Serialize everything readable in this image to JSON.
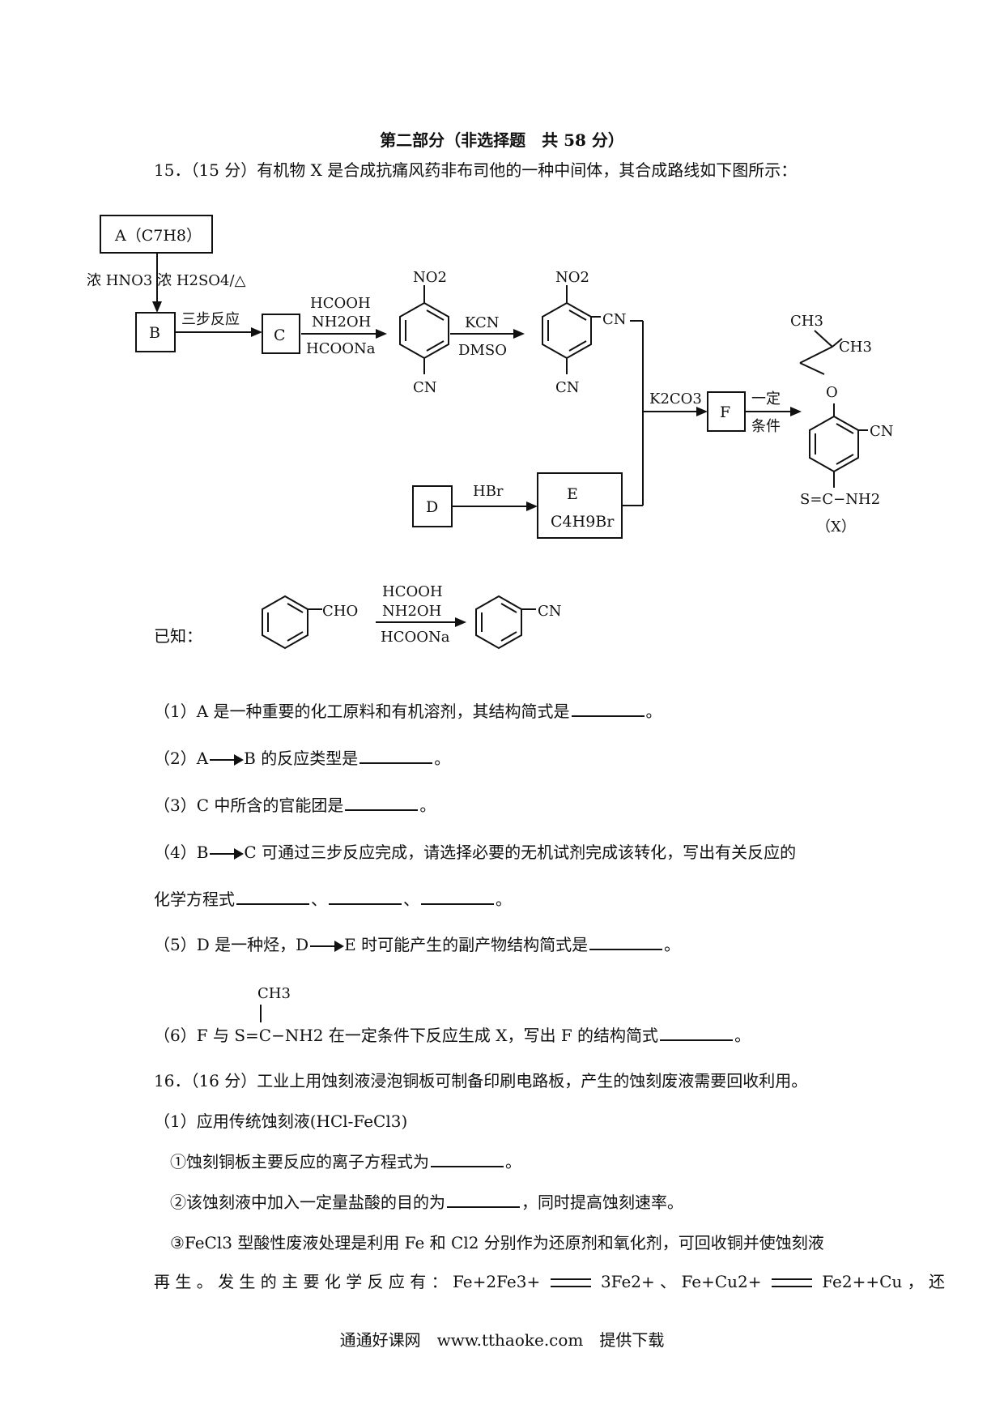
{
  "section_title": "第二部分（非选择题　共 58 分）",
  "q15": {
    "intro": "15．（15 分）有机物 X 是合成抗痛风药非布司他的一种中间体，其合成路线如下图所示：",
    "scheme": {
      "box_a": "A（C7H8）",
      "reagent_a_b": "浓 HNO3 浓 H2SO4/△",
      "box_b": "B",
      "label_b_c": "三步反应",
      "box_c": "C",
      "reagent_c_1": "HCOOH",
      "reagent_c_2": "NH2OH",
      "reagent_c_3": "HCOONa",
      "nitro_1": "NO2",
      "cn_1": "CN",
      "reagent_kcn": "KCN",
      "reagent_dmso": "DMSO",
      "nitro_2": "NO2",
      "cn_2a": "CN",
      "cn_2b": "CN",
      "reagent_k2co3": "K2CO3",
      "box_f": "F",
      "cond_1": "一定",
      "cond_2": "条件",
      "box_d": "D",
      "reagent_hbr": "HBr",
      "box_e_1": "E",
      "box_e_2": "C4H9Br",
      "x_ch3_top": "CH3",
      "x_ch3_right": "CH3",
      "x_o": "O",
      "x_cn": "CN",
      "x_thioamide": "S=C−NH2",
      "x_label": "（X）"
    },
    "known": {
      "label": "已知：",
      "cho": "CHO",
      "reagent_1": "HCOOH",
      "reagent_2": "NH2OH",
      "reagent_3": "HCOONa",
      "cn": "CN"
    },
    "items": {
      "i1": "（1）A 是一种重要的化工原料和有机溶剂，其结构简式是",
      "i2_a": "（2）A",
      "i2_b": "B 的反应类型是",
      "i3": "（3）C 中所含的官能团是",
      "i4_a": "（4）B",
      "i4_b": "C 可通过三步反应完成，请选择必要的无机试剂完成该转化，写出有关反应的",
      "i4_line2": "化学方程式",
      "i5_a": "（5）D 是一种烃，D",
      "i5_b": "E 时可能产生的副产物结构简式是",
      "i6_ch3": "CH3",
      "i6_a": "（6）F 与",
      "i6_formula": "S=C−NH2",
      "i6_b": "在一定条件下反应生成 X，写出 F 的结构简式",
      "sep": "、",
      "end": "。"
    }
  },
  "q16": {
    "intro": "16．（16 分）工业上用蚀刻液浸泡铜板可制备印刷电路板，产生的蚀刻废液需要回收利用。",
    "sub1": "（1）应用传统蚀刻液(HCl-FeCl3)",
    "s1": "①蚀刻铜板主要反应的离子方程式为",
    "s2_a": "②该蚀刻液中加入一定量盐酸的目的为",
    "s2_b": "，同时提高蚀刻速率。",
    "s3_line1": "③FeCl3 型酸性废液处理是利用 Fe 和 Cl2 分别作为还原剂和氧化剂，可回收铜并使蚀刻液",
    "s3_line2_a": "再 生 。 发 生 的 主 要 化 学 反 应 有 ： Fe+2Fe3+",
    "s3_line2_b": "3Fe2+ 、 Fe+Cu2+",
    "s3_line2_c": "Fe2++Cu ， 还"
  },
  "footer": "通通好课网　www.tthaoke.com　提供下载"
}
